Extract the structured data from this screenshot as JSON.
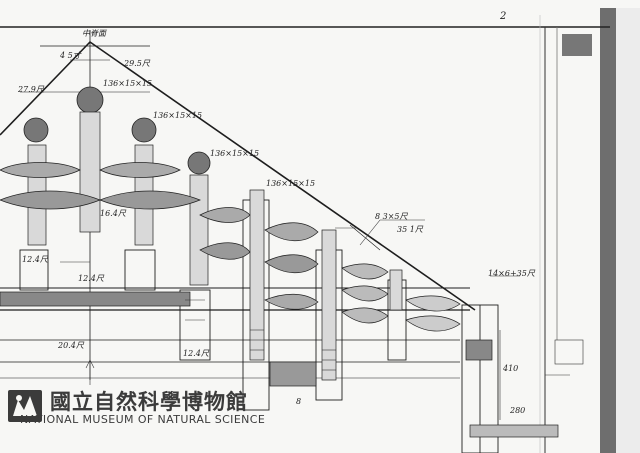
{
  "drawing": {
    "sheet_number": "2",
    "notes": {
      "ridge_top": "中脊面",
      "roof_slope": "4 5寸",
      "ridge_height": "29.5尺",
      "ridge_left": "27.9尺",
      "bracket_spec_a": "136×15×15",
      "bracket_spec_b": "136×15×15",
      "bracket_spec_c": "136×15×15",
      "bracket_spec_d": "136×15×15",
      "purlin_spec": "8 3×5尺",
      "purlin_spec_2": "35 1尺",
      "eave_spec": "14×6+35尺",
      "left_dim_a": "12.4尺",
      "left_dim_b": "12.4尺",
      "span_label": "20.4尺",
      "beam_label": "16.4尺",
      "column_label": "12.4尺",
      "dim_vertical": "410",
      "dim_lower": "280",
      "bottom_mark": "8"
    }
  },
  "watermark": {
    "title": "國立自然科學博物館",
    "subtitle": "NATIONAL MUSEUM OF NATURAL SCIENCE"
  }
}
